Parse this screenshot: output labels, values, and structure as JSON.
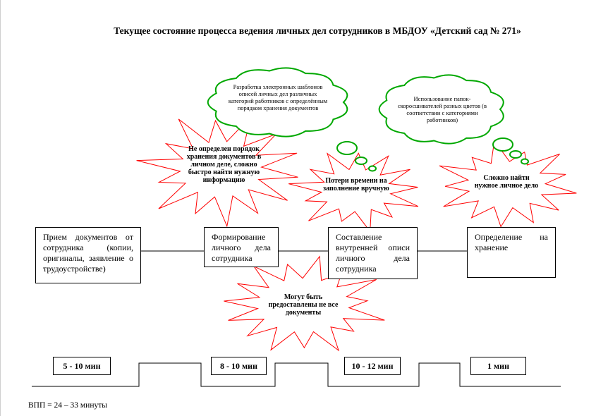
{
  "title": "Текущее состояние процесса ведения личных дел сотрудников в МБДОУ «Детский сад № 271»",
  "process_steps": [
    "Прием документов от сотрудника (копии, оригиналы, заявление о трудоустройстве)",
    "Формирование личного дела сотрудника",
    "Составление внутренней описи личного дела сотрудника",
    "Определение на хранение"
  ],
  "problems": {
    "order": "Не определен порядок хранения документов в личном деле, сложно быстро найти нужную информацию",
    "time_loss": "Потери времени на заполнение вручную",
    "find_file": "Сложно найти нужное личное дело",
    "missing_docs": "Могут быть предоставлены не все документы"
  },
  "solutions": {
    "templates": "Разработка электронных шаблонов описей личных дел различных категорий работников с определённым порядком хранения документов",
    "folders": "Использование папок-скоросшивателей разных цветов (в соответствии с категориями работников)"
  },
  "timeline": [
    "5 - 10 мин",
    "8 - 10 мин",
    "10 - 12 мин",
    "1 мин"
  ],
  "footer": "ВПП = 24 – 33 минуты",
  "colors": {
    "burst_stroke": "#ff0000",
    "cloud_stroke": "#00a800",
    "line": "#000000"
  }
}
